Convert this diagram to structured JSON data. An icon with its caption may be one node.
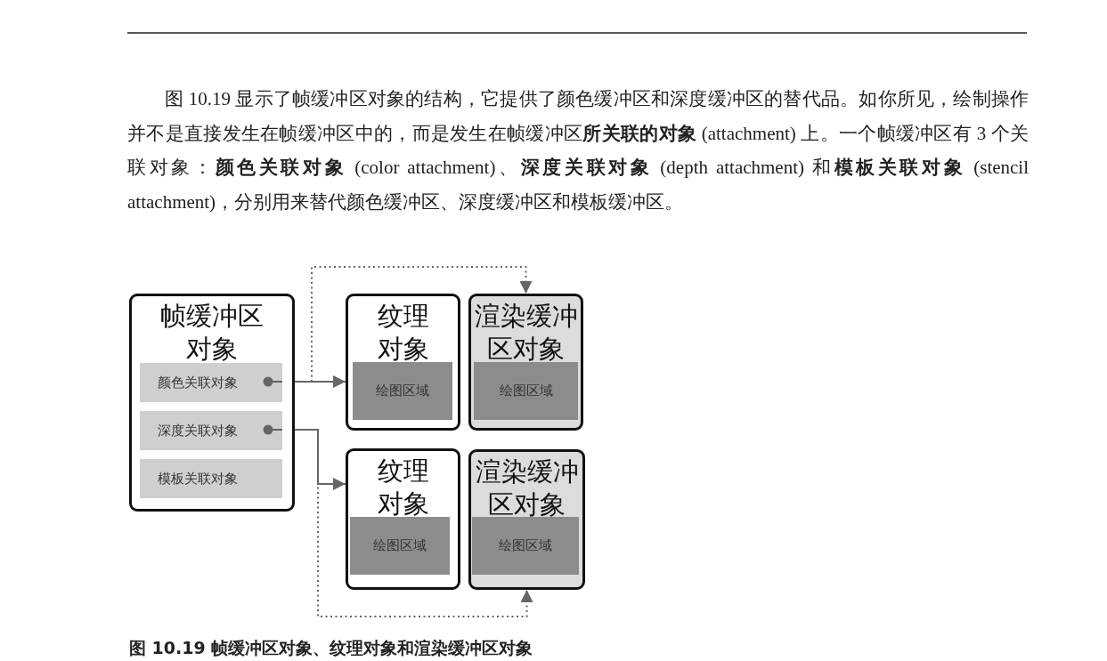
{
  "diagram": {
    "caption": "图 10.19 帧缓冲区对象、纹理对象和渲染缓冲区对象",
    "nodes": [
      {
        "text": [
          "帧缓冲区对象"
        ]
      },
      {
        "text": [
          "颜色关联对象"
        ],
        "in": 0
      },
      {
        "text": [
          "深度关联对象"
        ],
        "in": 0
      },
      {
        "text": [
          "模板关联对象"
        ],
        "in": 0
      },
      {
        "text": [
          "纹理对象"
        ]
      },
      {
        "text": [
          "绘图区域"
        ],
        "in": 4
      },
      {
        "text": [
          "渲染缓冲区对象"
        ]
      },
      {
        "text": [
          "绘图区域"
        ],
        "in": 6
      },
      {
        "text": [
          "纹理对象"
        ]
      },
      {
        "text": [
          "绘图区域"
        ],
        "in": 8
      },
      {
        "text": [
          "渲染缓冲区对象"
        ]
      },
      {
        "text": [
          "绘图区域"
        ],
        "in": 10
      }
    ],
    "edges": [
      {
        "from": 1,
        "to": 4,
        "arrow": "to"
      },
      {
        "from": 1,
        "to": 6,
        "arrow": "to",
        "style": "dashed"
      },
      {
        "from": 2,
        "to": 8,
        "arrow": "to"
      },
      {
        "from": 2,
        "to": 10,
        "arrow": "to",
        "style": "dashed"
      }
    ],
    "labels": [
      "图 10.19 显示了帧缓冲区对象的结构，它提供了颜色缓冲区和深度缓冲区的替代品。如你所见，绘制操作并不是直接发生在帧缓冲区中的，而是发生在帧缓冲区**所关联的对象** (attachment) 上。一个帧缓冲区有 3 个关联对象：**颜色关联对象** (color attachment)、**深度关联对象** (depth attachment) 和**模板关联对象** (stencil attachment)，分别用来替代颜色缓冲区、深度缓冲区和模板缓冲区。"
    ]
  }
}
